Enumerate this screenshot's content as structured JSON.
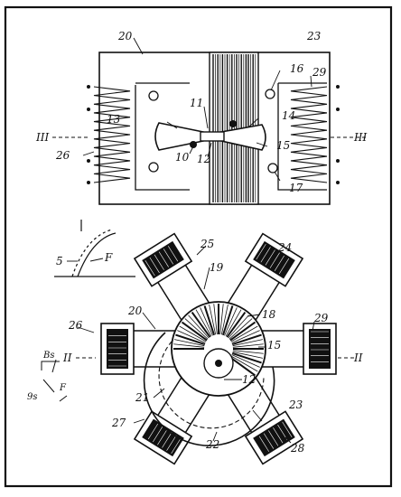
{
  "figure_top": {
    "labels": {
      "n20": "20",
      "n23": "23",
      "n16": "16",
      "n29": "29",
      "n11": "11",
      "n13": "13",
      "n14": "14",
      "n10": "10",
      "n12": "12",
      "n15": "15",
      "n26": "26",
      "n17": "17",
      "sec_left": "III",
      "sec_right": "III"
    }
  },
  "figure_mid": {
    "labels": {
      "n5": "5",
      "F": "F"
    }
  },
  "figure_bottom": {
    "labels": {
      "n25a": "25",
      "n24": "24",
      "n19": "19",
      "n18": "18",
      "n26": "26",
      "n29": "29",
      "n20": "20",
      "n15": "15",
      "sec_left": "II",
      "sec_right": "II",
      "n12": "12",
      "n21": "21",
      "n23": "23",
      "n22": "22",
      "n27": "27",
      "n28": "28",
      "Bs": "Bs",
      "Fs": "F",
      "ts": "9s"
    }
  },
  "colors": {
    "ink": "#111111",
    "paper": "#ffffff"
  }
}
